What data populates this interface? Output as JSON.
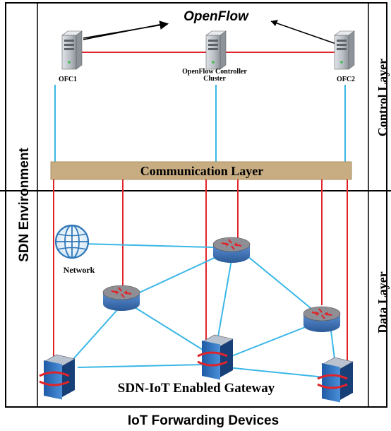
{
  "env_label": "SDN Environment",
  "openflow_label": "OpenFlow",
  "control_layer_label": "Control Layer",
  "data_layer_label": "Data Layer",
  "communication_layer_label": "Communication Layer",
  "controllers": {
    "left": "OFC1",
    "center_line1": "OpenFlow Controller",
    "center_line2": "Cluster",
    "right": "OFC2"
  },
  "network_label": "Network",
  "gateway_label": "SDN-IoT Enabled Gateway",
  "footer_label": "IoT Forwarding Devices",
  "colors": {
    "red_link": "#e0242a",
    "blue_link": "#3ab7e6",
    "comm_bar": "#c8ad83",
    "router_body": "#3f6fb0",
    "router_top": "#8e8e94",
    "switch_blue": "#2f6db8",
    "server_gray": "#b7bcc2"
  }
}
